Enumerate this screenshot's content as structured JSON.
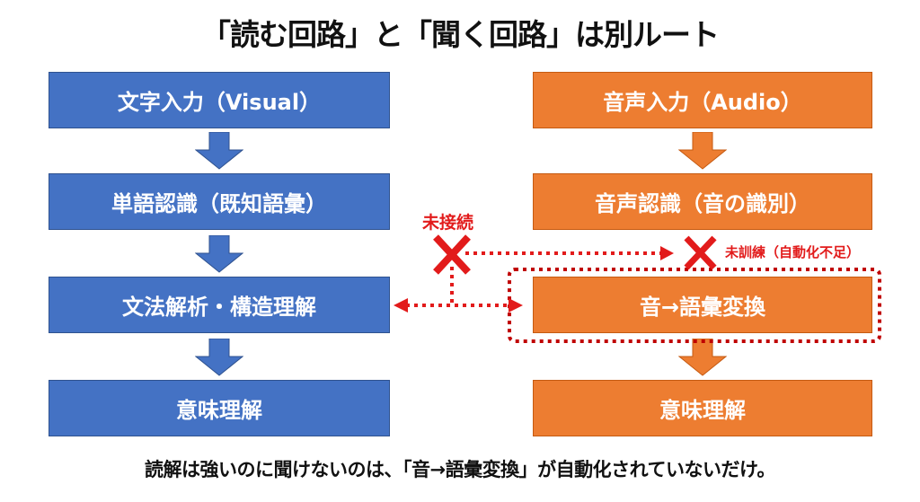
{
  "title": "「読む回路」と「聞く回路」は別ルート",
  "reading_path": {
    "color": "#4472c4",
    "steps": [
      {
        "label": "文字入力（Visual）"
      },
      {
        "label": "単語認識（既知語彙）"
      },
      {
        "label": "文法解析・構造理解"
      },
      {
        "label": "意味理解"
      }
    ]
  },
  "listening_path": {
    "color": "#ed7d31",
    "steps": [
      {
        "label": "音声入力（Audio）"
      },
      {
        "label": "音声認識（音の識別）"
      },
      {
        "label": "音→語彙変換"
      },
      {
        "label": "意味理解"
      }
    ]
  },
  "annotations": {
    "unconnected_label": "未接続",
    "untrained_label": "未訓練（自動化不足）",
    "accent_red": "#e21b1b",
    "dotted_border_color": "#c00000"
  },
  "footer": "読解は強いのに聞けないのは、「音→語彙変換」が自動化されていないだけ。"
}
